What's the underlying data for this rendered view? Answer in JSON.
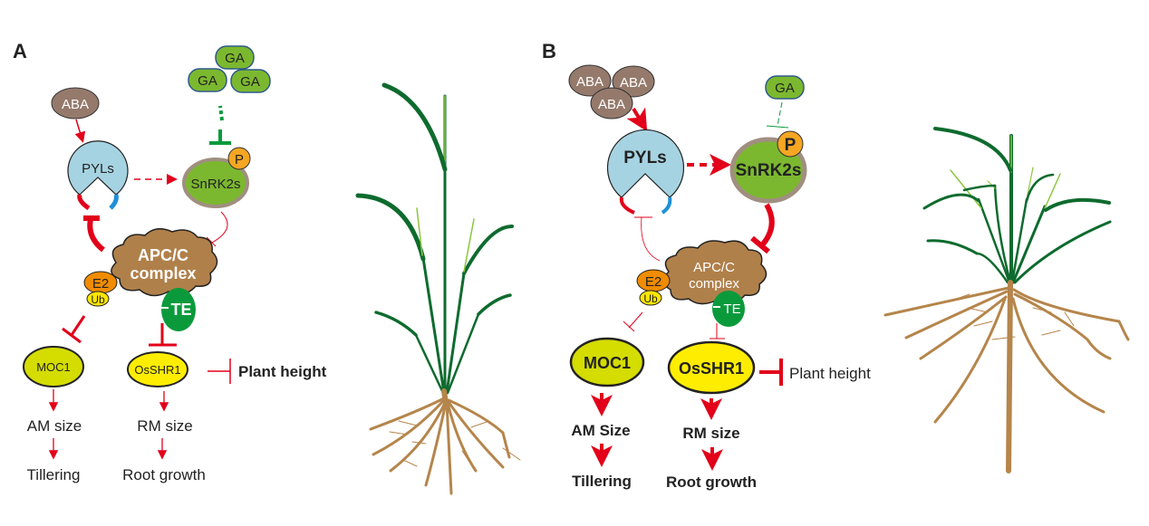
{
  "panel_a": {
    "label": "A",
    "aba": "ABA",
    "ga": [
      "GA",
      "GA",
      "GA"
    ],
    "pyls": "PYLs",
    "snrk2s": "SnRK2s",
    "p": "P",
    "apc_line1": "APC/C",
    "apc_line2": "complex",
    "e2": "E2",
    "ub": "Ub",
    "te": "TE",
    "moc1": "MOC1",
    "osshr1": "OsSHR1",
    "plant_height": "Plant height",
    "am_size": "AM size",
    "tillering": "Tillering",
    "rm_size": "RM size",
    "root_growth": "Root growth"
  },
  "panel_b": {
    "label": "B",
    "aba": [
      "ABA",
      "ABA",
      "ABA"
    ],
    "ga": "GA",
    "pyls": "PYLs",
    "snrk2s": "SnRK2s",
    "p": "P",
    "apc_line1": "APC/C",
    "apc_line2": "complex",
    "e2": "E2",
    "ub": "Ub",
    "te": "TE",
    "moc1": "MOC1",
    "osshr1": "OsSHR1",
    "plant_height": "Plant height",
    "am_size": "AM Size",
    "tillering": "Tillering",
    "rm_size": "RM size",
    "root_growth": "Root growth"
  },
  "colors": {
    "red": "#e2001a",
    "aba": "#957a6c",
    "ga": "#7cb82f",
    "ga_border": "#2e5a8c",
    "pyls": "#a6d3e2",
    "snrk2s": "#7cb82f",
    "snrk2s_border": "#a08f80",
    "p": "#f5a623",
    "apc": "#b0804a",
    "e2": "#f08c00",
    "ub": "#ffe600",
    "te": "#0a9a3c",
    "moc1": "#d4dc00",
    "osshr1": "#ffed00",
    "leaf": "#0e6b2e",
    "root": "#b5854b"
  }
}
